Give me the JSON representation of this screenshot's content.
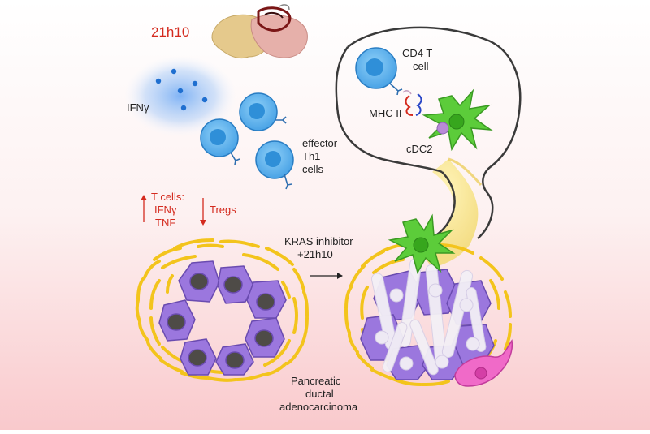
{
  "labels": {
    "antibody": "21h10",
    "ifng": "IFNγ",
    "cd4_line1": "CD4 T",
    "cd4_line2": "cell",
    "mhc": "MHC II",
    "cdc2": "cDC2",
    "effector_1": "effector",
    "effector_2": "Th1",
    "effector_3": "cells",
    "tcells_1": "T cells:",
    "tcells_2": "IFNγ",
    "tcells_3": "TNF",
    "tregs": "Tregs",
    "kras_1": "KRAS inhibitor",
    "kras_2": "+21h10",
    "pdac_1": "Pancreatic",
    "pdac_2": "ductal",
    "pdac_3": "adenocarcinoma"
  },
  "colors": {
    "red_text": "#d42a1e",
    "t_cell_fill": "#5fb4ec",
    "t_cell_core": "#2f8fd8",
    "dc_green": "#5ccc3a",
    "tumor_purple": "#9b77de",
    "nucleus": "#4e4b47",
    "stroma_yellow": "#f3c41c",
    "macrophage_pink": "#f06ac8",
    "ifng_dot": "#1f6fd0",
    "lymph_outline": "#3a3a3a"
  },
  "icons": [
    "antibody-structure-icon",
    "t-cell-icon",
    "dendritic-cell-icon",
    "tumor-cell-icon",
    "stroma-fiber-icon",
    "macrophage-icon",
    "arrow-up-icon",
    "arrow-down-icon",
    "arrow-right-icon"
  ]
}
